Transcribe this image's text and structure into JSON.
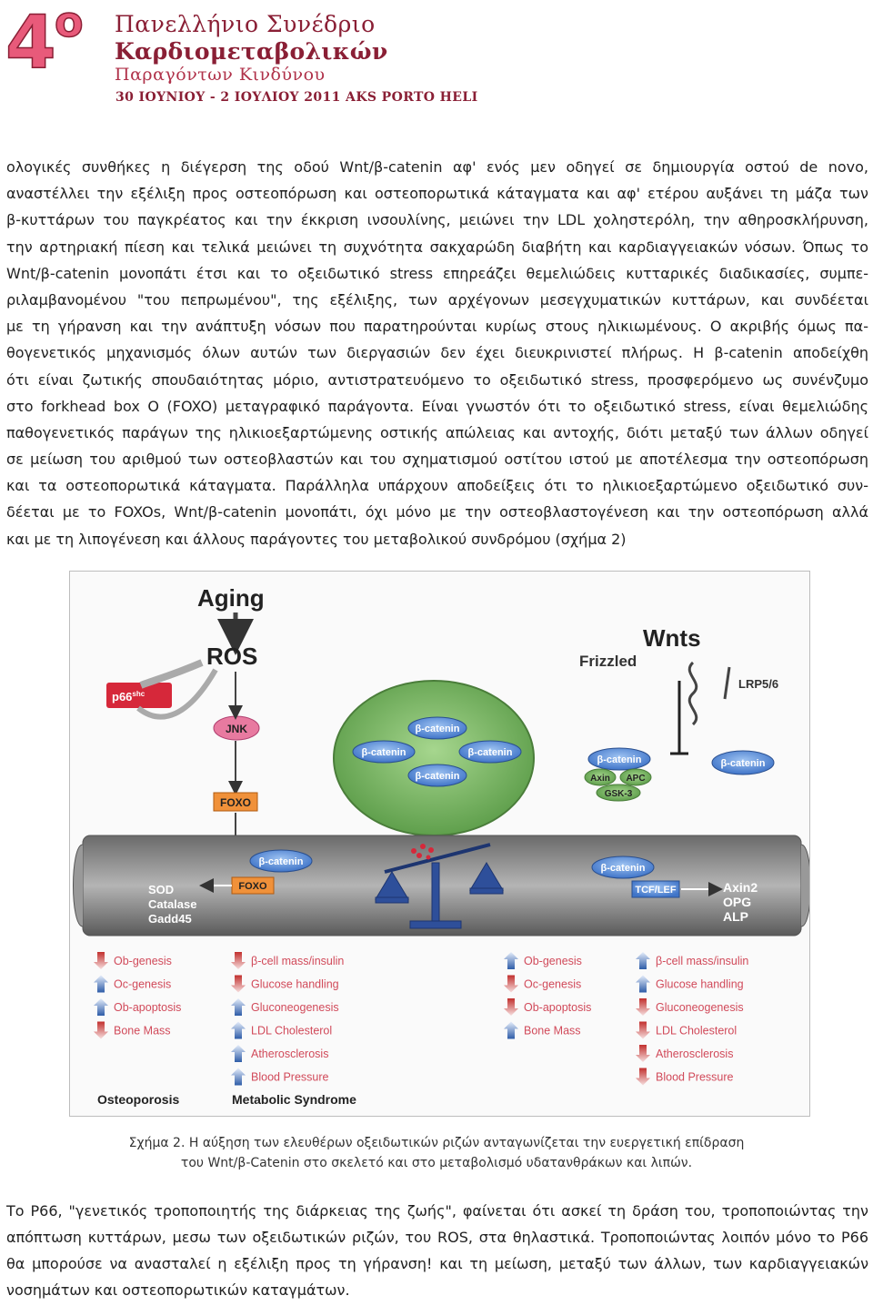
{
  "header": {
    "number": "4",
    "superscript": "ο",
    "title_line1": "Πανελλήνιο Συνέδριο",
    "title_line2": "Καρδιομεταβολικών",
    "title_line3": "Παραγόντων Κινδύνου",
    "date_line": "30 ΙΟΥΝΙΟΥ - 2 ΙΟΥΛΙΟΥ 2011 AKS PORTO HELI"
  },
  "body": {
    "paragraph1_lines": [
      "ολογικές συνθήκες η διέγερση της οδού Wnt/β-catenin αφ' ενός μεν οδηγεί σε δημιουργία οστού de novo,",
      "αναστέλλει την εξέλιξη προς οστεοπόρωση και οστεοπορωτικά κάταγματα και αφ' ετέρου αυξάνει τη μάζα των",
      "β-κυττάρων του παγκρέατος και την έκκριση ινσουλίνης, μειώνει την LDL χοληστερόλη, την αθηροσκλήρυνση,",
      "την αρτηριακή πίεση και τελικά μειώνει τη συχνότητα σακχαρώδη διαβήτη και καρδιαγγειακών νόσων. Όπως το",
      "Wnt/β-catenin μονοπάτι έτσι και το οξειδωτικό stress επηρεάζει θεμελιώδεις κυτταρικές διαδικασίες, συμπε-",
      "ριλαμβανομένου \"του πεπρωμένου\", της εξέλιξης, των αρχέγονων μεσεγχυματικών κυττάρων, και συνδέεται",
      "με τη γήρανση και την ανάπτυξη νόσων που παρατηρούνται κυρίως στους ηλικιωμένους. Ο ακριβής όμως πα-",
      "θογενετικός μηχανισμός όλων αυτών των διεργασιών δεν έχει διευκρινιστεί πλήρως. Η β-catenin αποδείχθη",
      "ότι είναι ζωτικής σπουδαιότητας μόριο, αντιστρατευόμενο το οξειδωτικό stress, προσφερόμενο ως συνένζυμο",
      "στο forkhead box O (FOXO) μεταγραφικό παράγοντα. Είναι γνωστόν ότι το οξειδωτικό stress, είναι θεμελιώδης",
      "παθογενετικός παράγων της ηλικιοεξαρτώμενης οστικής απώλειας και αντοχής, διότι μεταξύ των άλλων οδηγεί",
      "σε μείωση του αριθμού των οστεοβλαστών και του σχηματισμού οστίτου ιστού με αποτέλεσμα την οστεοπόρωση",
      "και τα οστεοπορωτικά κάταγματα. Παράλληλα υπάρχουν αποδείξεις ότι το ηλικιοεξαρτώμενο οξειδωτικό συν-",
      "δέεται με το FOXOs, Wnt/β-catenin μονοπάτι, όχι μόνο με την οστεοβλαστογένεση και την οστεοπόρωση αλλά",
      "και με τη λιπογένεση και άλλους παράγοντες του μεταβολικού συνδρόμου (σχήμα 2)"
    ],
    "paragraph2_lines": [
      "Το P66, \"γενετικός τροποποιητής της διάρκειας της ζωής\", φαίνεται ότι ασκεί τη δράση του, τροποποιώντας την",
      "απόπτωση κυττάρων, μεσω των οξειδωτικών ριζών, του ROS, στα θηλαστικά. Τροποποιώντας λοιπόν μόνο το P66",
      "θα μπορούσε να ανασταλεί η εξέλιξη προς τη γήρανση! και τη μείωση, μεταξύ των άλλων, των καρδιαγγειακών",
      "νοσημάτων και οστεοπορωτικών καταγμάτων."
    ]
  },
  "figure": {
    "aging": "Aging",
    "ros": "ROS",
    "p66": "p66",
    "p66_sup": "shc",
    "jnk": "JNK",
    "foxo": "FOXO",
    "foxo2": "FOXO",
    "bcat_top": "β-catenin",
    "bcat_left": "β-catenin",
    "bcat_right": "β-catenin",
    "bcat_bottom": "β-catenin",
    "bcat_dest": "β-catenin",
    "bcat_free": "β-catenin",
    "bcat_nuc_left": "β-catenin",
    "bcat_nuc_right": "β-catenin",
    "axin": "Axin",
    "apc": "APC",
    "gsk3": "GSK-3",
    "wnts": "Wnts",
    "frizzled": "Frizzled",
    "lrp": "LRP5/6",
    "tcf": "TCF/LEF",
    "sod_lines": [
      "SOD",
      "Catalase",
      "Gadd45"
    ],
    "axin2_lines": [
      "Axin2",
      "OPG",
      "ALP"
    ],
    "left_col1": [
      "Ob-genesis",
      "Oc-genesis",
      "Ob-apoptosis",
      "Bone Mass"
    ],
    "left_col2": [
      "β-cell mass/insulin",
      "Glucose handling",
      "Gluconeogenesis",
      "LDL Cholesterol",
      "Atherosclerosis",
      "Blood Pressure"
    ],
    "right_col1": [
      "Ob-genesis",
      "Oc-genesis",
      "Ob-apoptosis",
      "Bone Mass"
    ],
    "right_col2": [
      "β-cell mass/insulin",
      "Glucose handling",
      "Gluconeogenesis",
      "LDL Cholesterol",
      "Atherosclerosis",
      "Blood Pressure"
    ],
    "osteoporosis": "Osteoporosis",
    "metabolic": "Metabolic Syndrome",
    "colors": {
      "red_box": "#d6283a",
      "orange_box": "#f0913a",
      "pink_box": "#e87aa0",
      "green": "#7fb96a",
      "blue": "#5b8fd6",
      "gray": "#8c8c8c",
      "arrow_down": "#c2302e",
      "arrow_up": "#2e5ca8"
    }
  },
  "caption": {
    "line1": "Σχήμα 2. Η αύξηση των ελευθέρων οξειδωτικών ριζών ανταγωνίζεται την ευεργετική επίδραση",
    "line2": "του Wnt/β-Catenin στο σκελετό και στο μεταβολισμό υδατανθράκων και λιπών."
  }
}
